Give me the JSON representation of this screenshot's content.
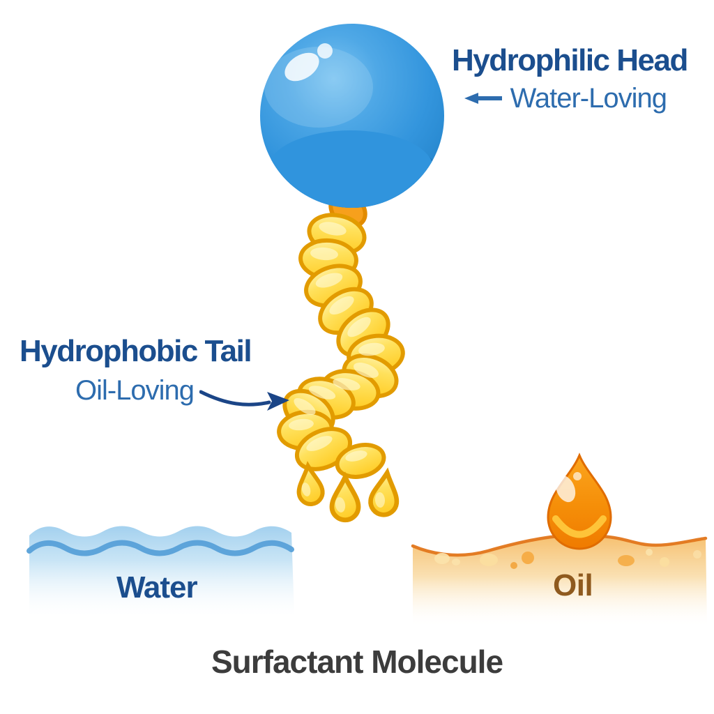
{
  "title": "Surfactant Molecule",
  "labels": {
    "head": {
      "title": "Hydrophilic Head",
      "subtitle": "Water-Loving"
    },
    "tail": {
      "title": "Hydrophobic Tail",
      "subtitle": "Oil-Loving"
    },
    "water": "Water",
    "oil": "Oil"
  },
  "icons": {
    "head_pointer": "left-arrow-icon",
    "tail_pointer": "curved-right-arrow-icon"
  },
  "colors": {
    "label_blue_dark": "#1B4E8E",
    "label_blue_mid": "#2D6CAE",
    "arrow_navy": "#1B4587",
    "oil_text_brown": "#8F5A1E",
    "title_gray": "#3C3C3C",
    "sphere_blue": "#3495DD",
    "bead_gold": "#FFD944",
    "bead_outline": "#E29B00",
    "water_band_blue": "#A9D3EF",
    "water_wave_blue": "#57A0D8",
    "oil_surface_orange": "#F6BE6B",
    "oil_edge_orange": "#E2761B",
    "oil_drop_orange": "#F28500"
  }
}
